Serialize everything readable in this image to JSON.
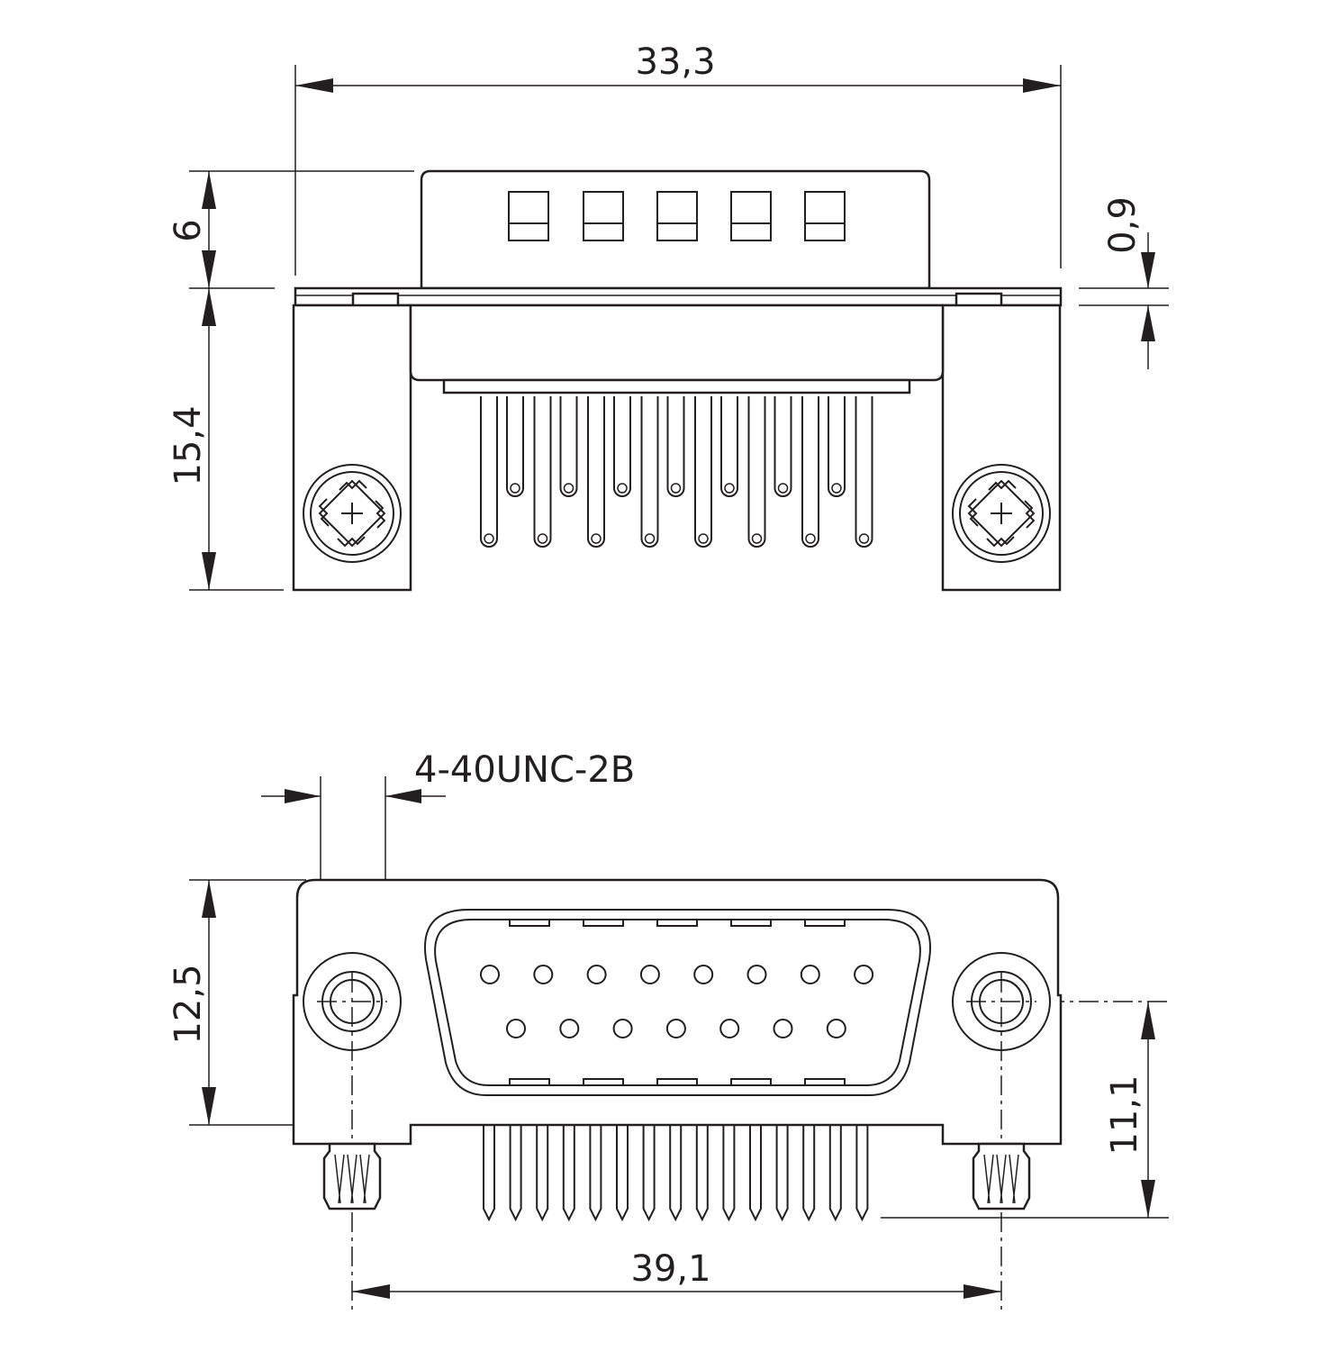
{
  "dimensions": {
    "top_width": "33,3",
    "top_height": "6",
    "flange_height": "0,9",
    "side_height": "15,4",
    "thread_spec": "4-40UNC-2B",
    "front_height": "12,5",
    "front_offset": "11,1",
    "hole_spacing": "39,1"
  },
  "connector": {
    "pins_row1": 8,
    "pins_row2": 7
  },
  "colors": {
    "line": "#231f20",
    "background": "#ffffff"
  }
}
